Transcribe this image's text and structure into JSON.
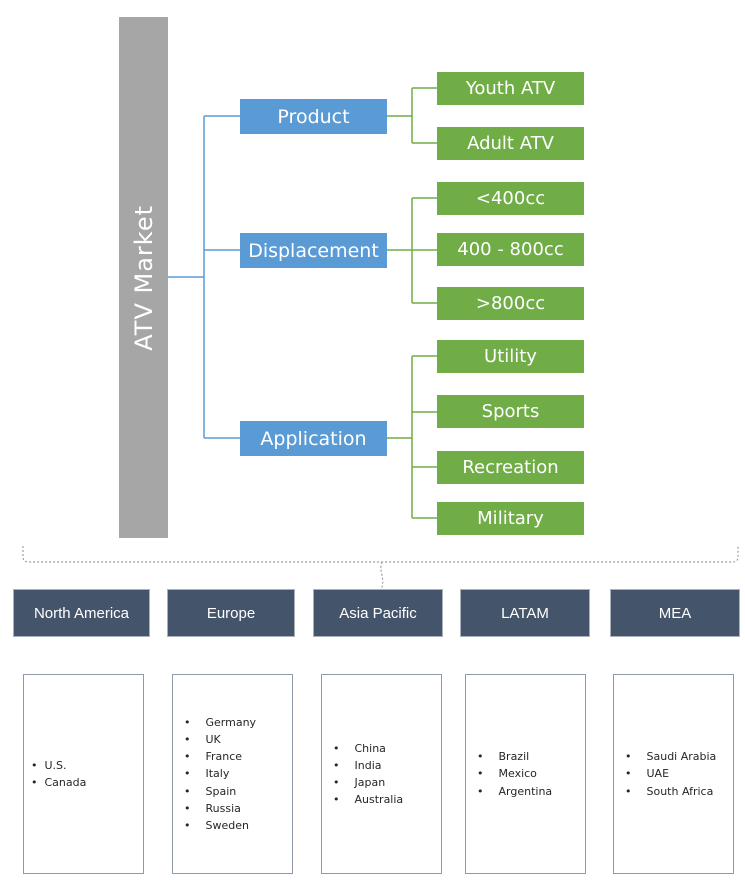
{
  "diagram_title": "ATV Market",
  "tree": {
    "root_label": "ATV Market",
    "segments": [
      {
        "label": "Product",
        "children": [
          "Youth ATV",
          "Adult ATV"
        ]
      },
      {
        "label": "Displacement",
        "children": [
          "<400cc",
          "400 - 800cc",
          ">800cc"
        ]
      },
      {
        "label": "Application",
        "children": [
          "Utility",
          "Sports",
          "Recreation",
          "Military"
        ]
      }
    ]
  },
  "regions": [
    {
      "label": "North America",
      "countries": [
        "U.S.",
        "Canada"
      ]
    },
    {
      "label": "Europe",
      "countries": [
        "Germany",
        "UK",
        "France",
        "Italy",
        "Spain",
        "Russia",
        "Sweden"
      ]
    },
    {
      "label": "Asia Pacific",
      "countries": [
        "China",
        "India",
        "Japan",
        "Australia"
      ]
    },
    {
      "label": "LATAM",
      "countries": [
        "Brazil",
        "Mexico",
        "Argentina"
      ]
    },
    {
      "label": "MEA",
      "countries": [
        "Saudi Arabia",
        "UAE",
        "South Africa"
      ]
    }
  ],
  "colors": {
    "root_bar": "#a6a6a6",
    "segment_box": "#5b9bd5",
    "child_box": "#70ad47",
    "region_header": "#44546a",
    "connector_blue": "#5b9bd5",
    "connector_green": "#70ad47",
    "bracket_dash": "#9e9e9e",
    "country_box_border": "#8e99a9",
    "text_light": "#ffffff",
    "text_dark": "#262626"
  }
}
